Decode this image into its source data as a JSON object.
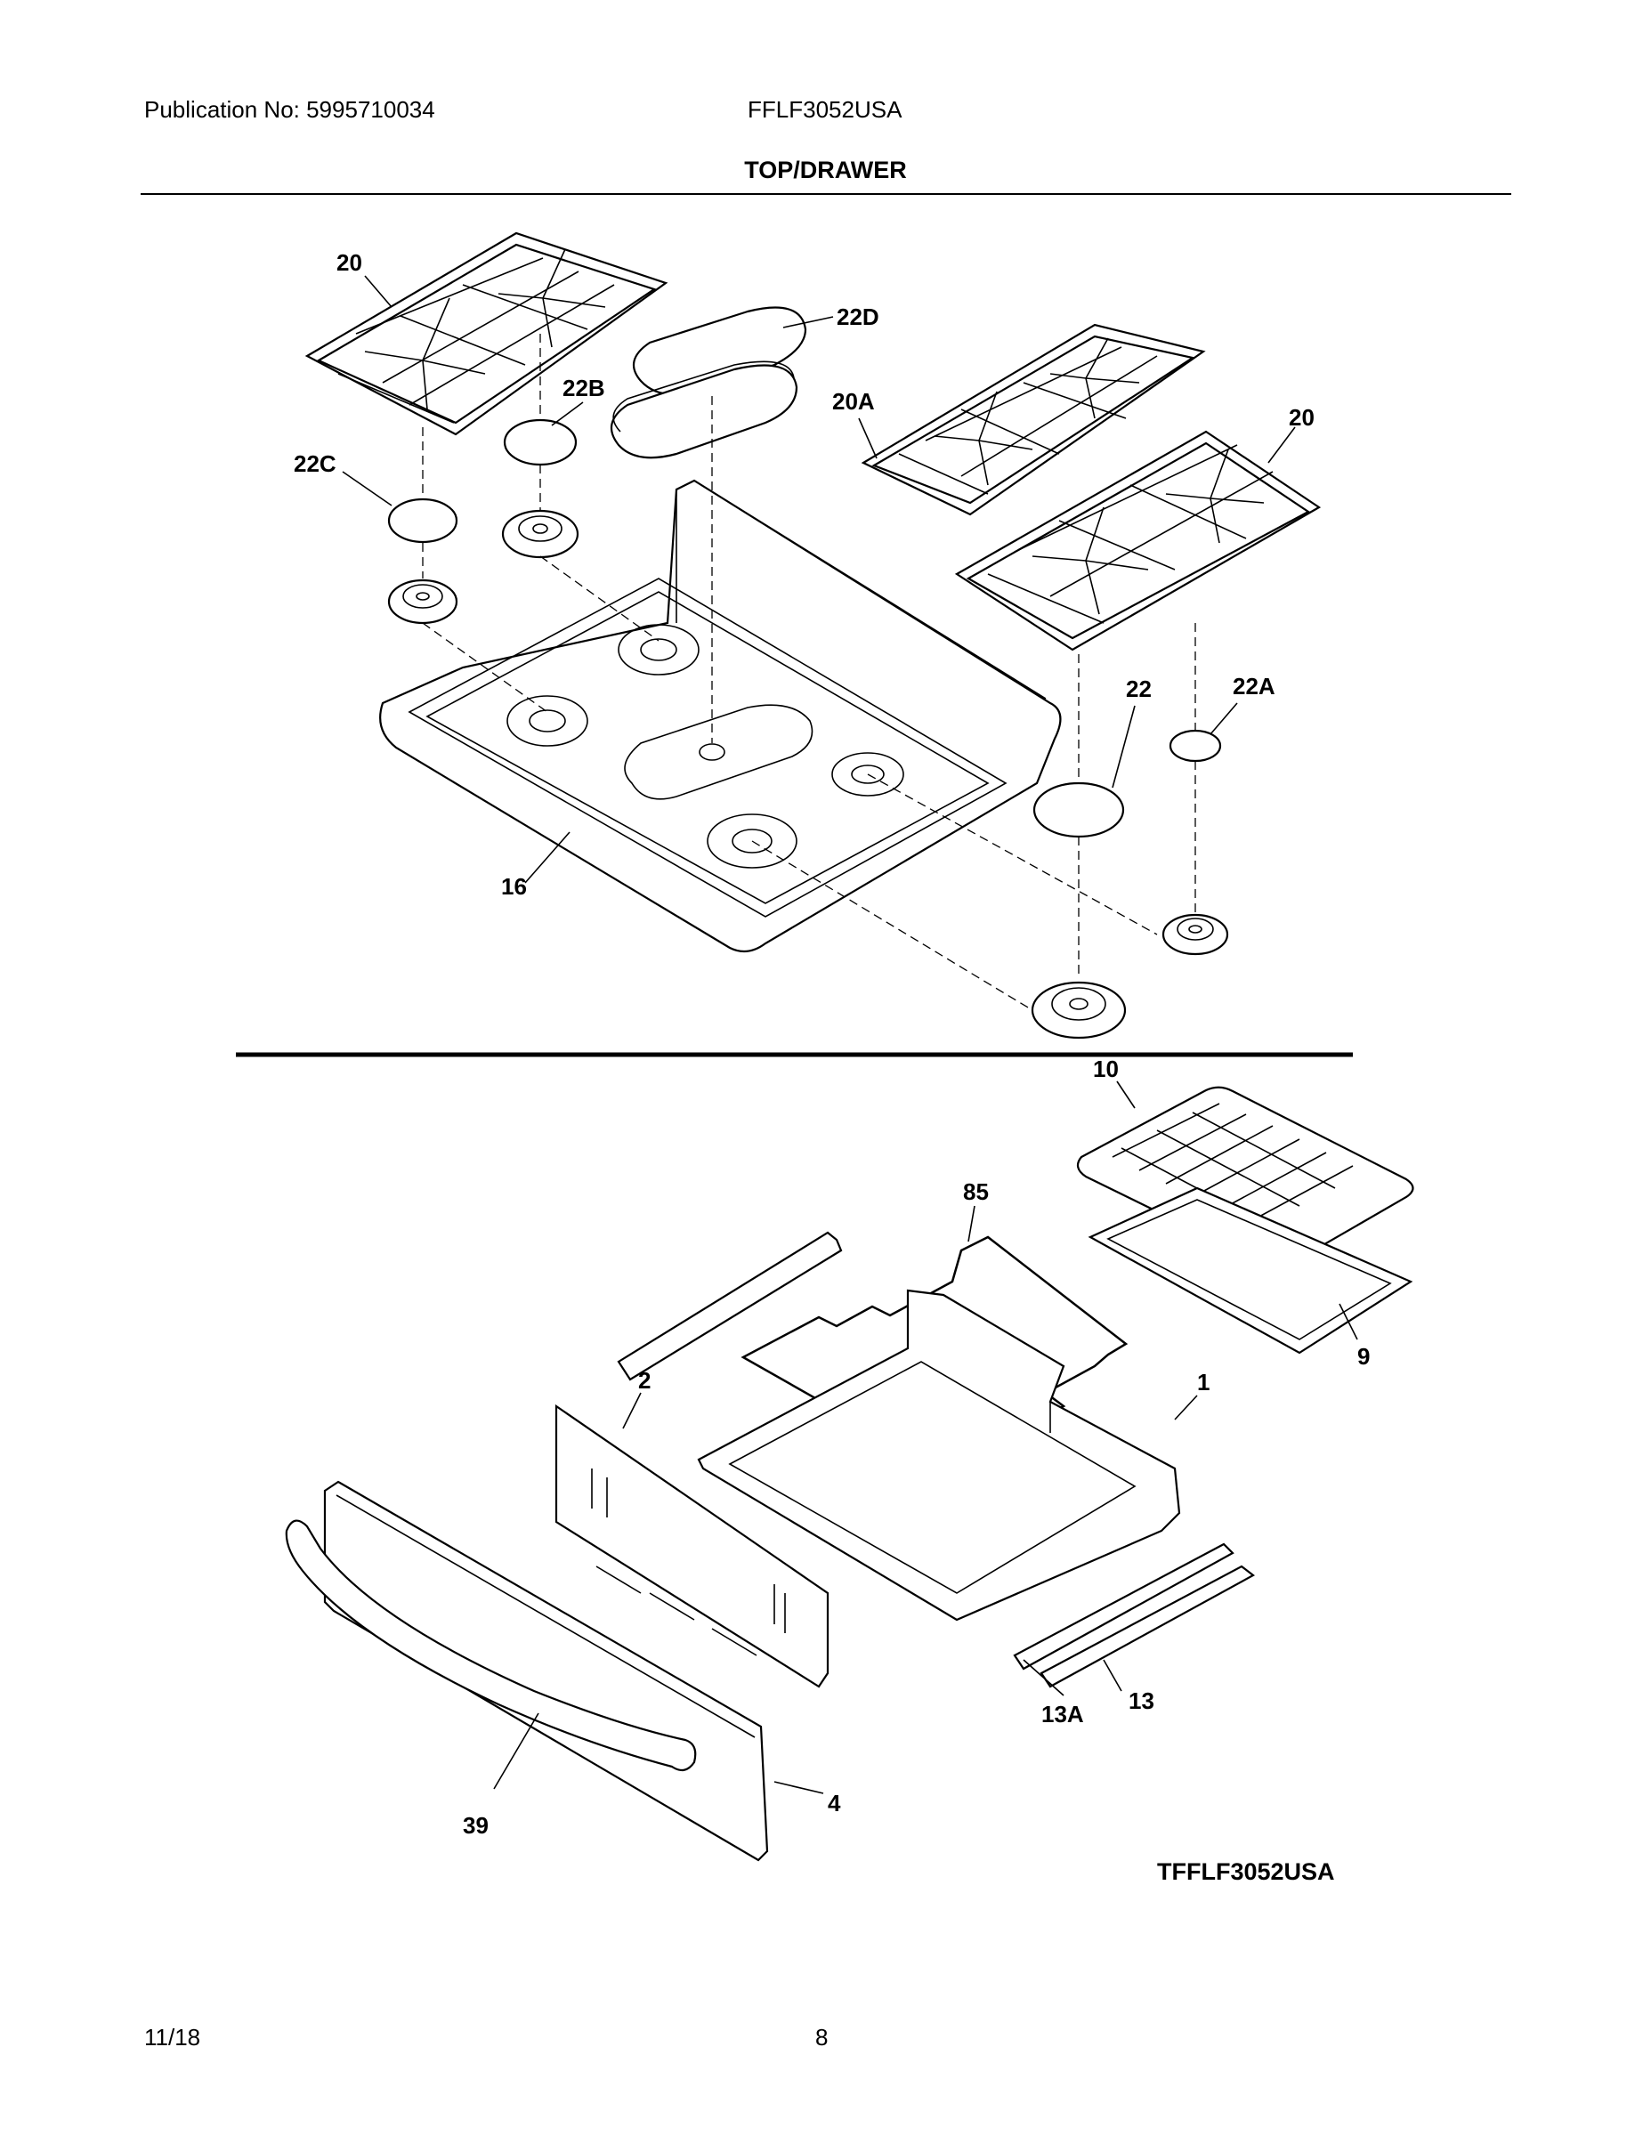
{
  "header": {
    "publication": "Publication No: 5995710034",
    "model": "FFLF3052USA",
    "section_title": "TOP/DRAWER"
  },
  "callouts": {
    "c20a": "20",
    "c22d": "22D",
    "c22b": "22B",
    "c20A": "20A",
    "c20b": "20",
    "c22c": "22C",
    "c22": "22",
    "c22a": "22A",
    "c16": "16",
    "c10": "10",
    "c85": "85",
    "c9": "9",
    "c2": "2",
    "c1": "1",
    "c13": "13",
    "c13a": "13A",
    "c4": "4",
    "c39": "39"
  },
  "reference_code": "TFFLF3052USA",
  "footer": {
    "date": "11/18",
    "page": "8"
  }
}
